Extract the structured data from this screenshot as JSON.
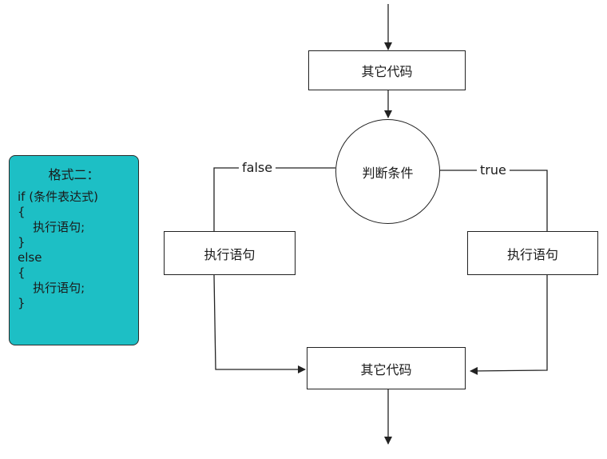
{
  "note": {
    "title": "格式二：",
    "lines": [
      "if (条件表达式)",
      "{",
      "    执行语句;",
      "}",
      "else",
      "{",
      "    执行语句;",
      "}"
    ]
  },
  "flow": {
    "top_code": "其它代码",
    "condition": "判断条件",
    "false_label": "false",
    "true_label": "true",
    "left_statement": "执行语句",
    "right_statement": "执行语句",
    "bottom_code": "其它代码"
  },
  "colors": {
    "note_background": "#1dbfc5",
    "stroke": "#222222"
  }
}
